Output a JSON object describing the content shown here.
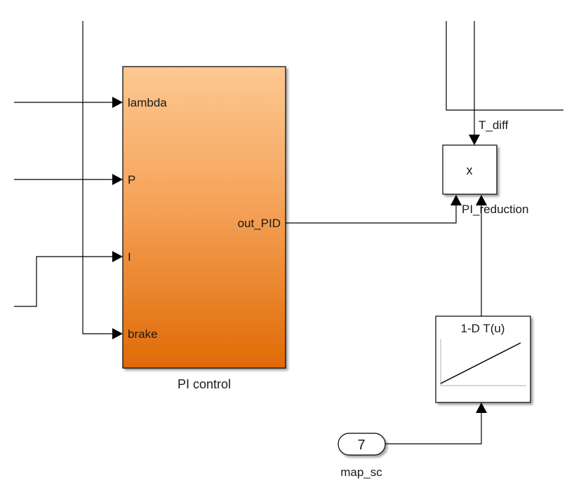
{
  "diagram": {
    "subsystem": {
      "name": "PI control",
      "inputs": [
        "lambda",
        "P",
        "I",
        "brake"
      ],
      "output": "out_PID",
      "fill_top": "#fdc891",
      "fill_bottom": "#e06a05"
    },
    "product_block": {
      "name": "PI_reduction",
      "symbol": "x"
    },
    "signal_label": "T_diff",
    "lookup_block": {
      "title": "1-D T(u)"
    },
    "constant_block": {
      "value": "7",
      "name": "map_sc"
    }
  }
}
